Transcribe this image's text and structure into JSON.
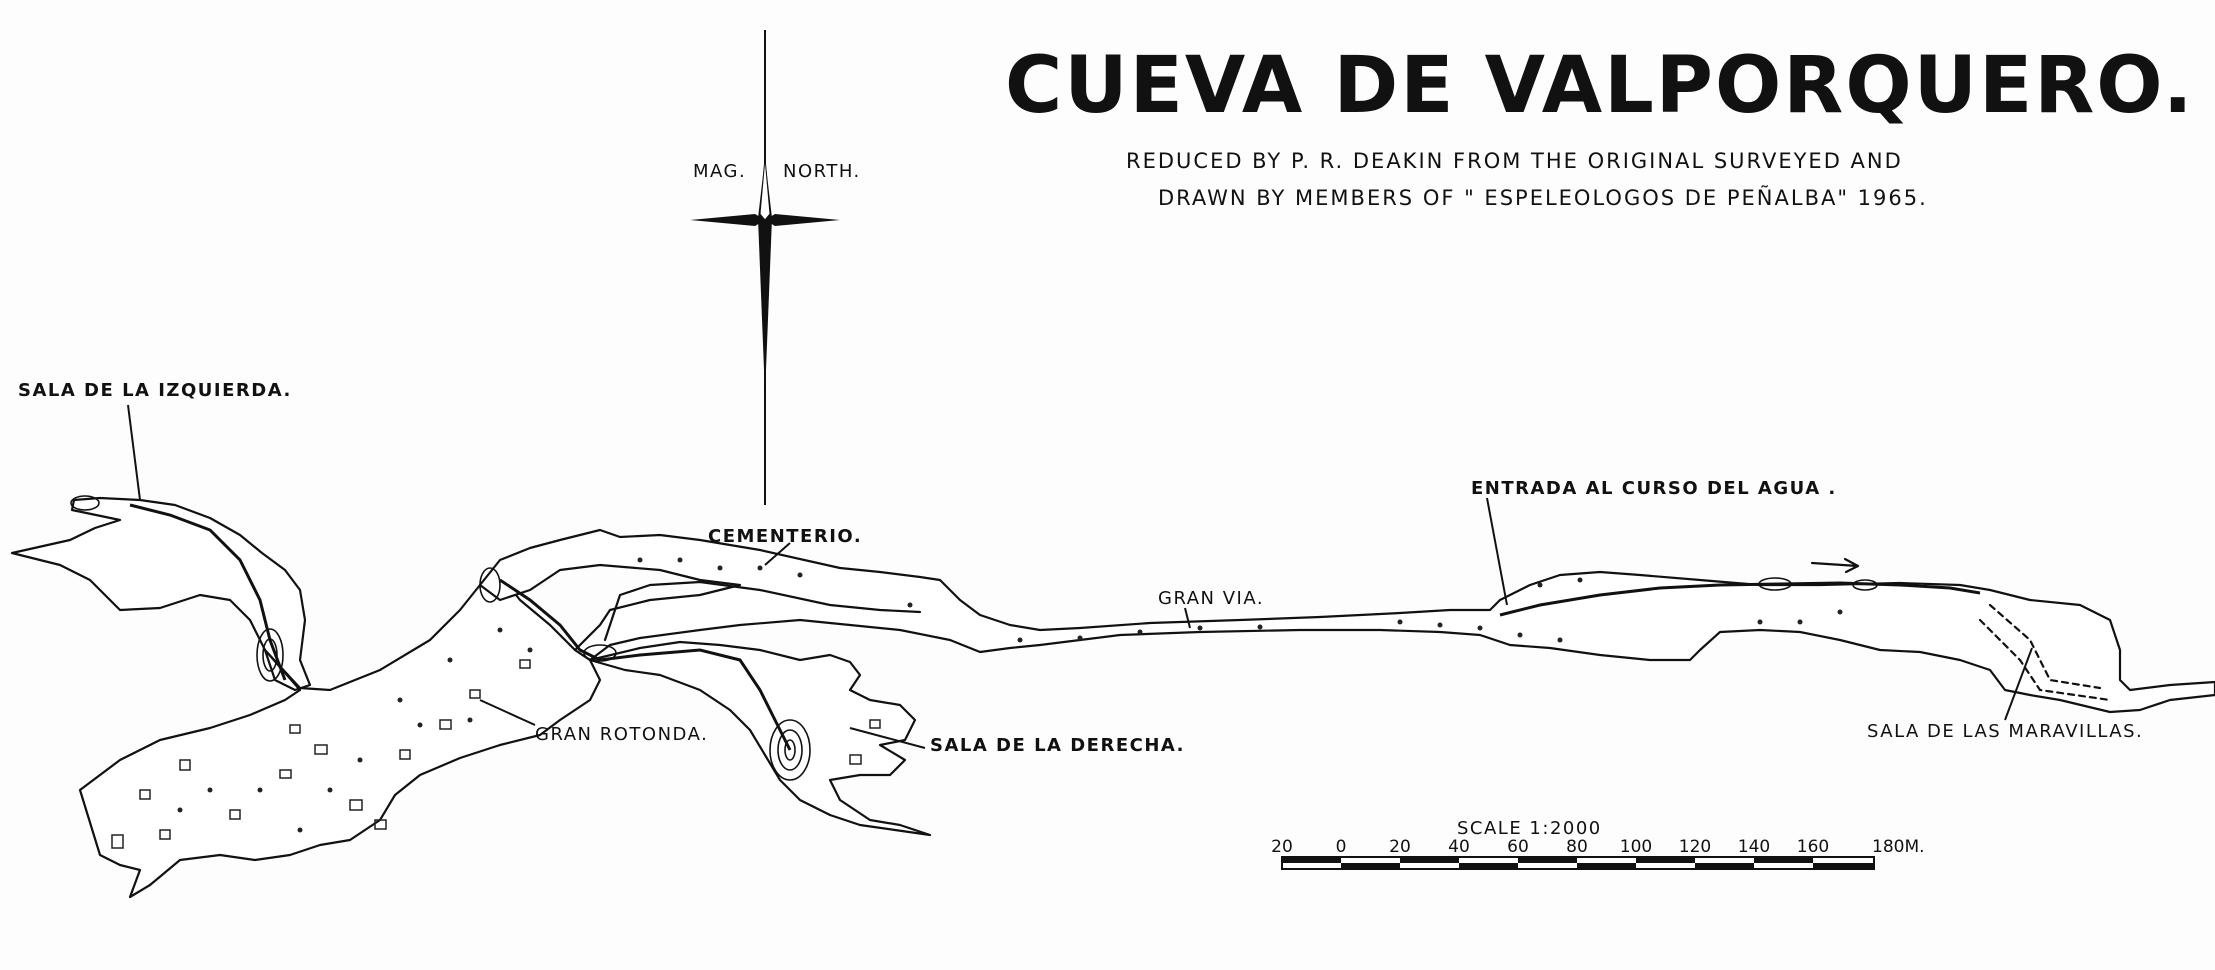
{
  "map": {
    "title": "CUEVA   DE   VALPORQUERO.",
    "credit_line_1": "REDUCED  BY  P. R. DEAKIN   FROM  THE   ORIGINAL  SURVEYED  AND",
    "credit_line_2": "DRAWN  BY  MEMBERS  OF  \" ESPELEOLOGOS  DE  PEÑALBA\" 1965.",
    "north_arrow": {
      "left_label": "MAG.",
      "right_label": "NORTH."
    },
    "places": {
      "sala_izquierda": "SALA DE LA IZQUIERDA.",
      "cementerio": "CEMENTERIO.",
      "gran_via": "GRAN  VIA.",
      "entrada": "ENTRADA AL  CURSO DEL AGUA .",
      "gran_rotonda": "GRAN ROTONDA.",
      "sala_derecha": "SALA DE LA DERECHA.",
      "sala_maravillas": "SALA DE LAS MARAVILLAS."
    },
    "scale": {
      "title": "SCALE    1:2000",
      "ticks": [
        "20",
        "0",
        "20",
        "40",
        "60",
        "80",
        "100",
        "120",
        "140",
        "160",
        "180M."
      ]
    }
  }
}
